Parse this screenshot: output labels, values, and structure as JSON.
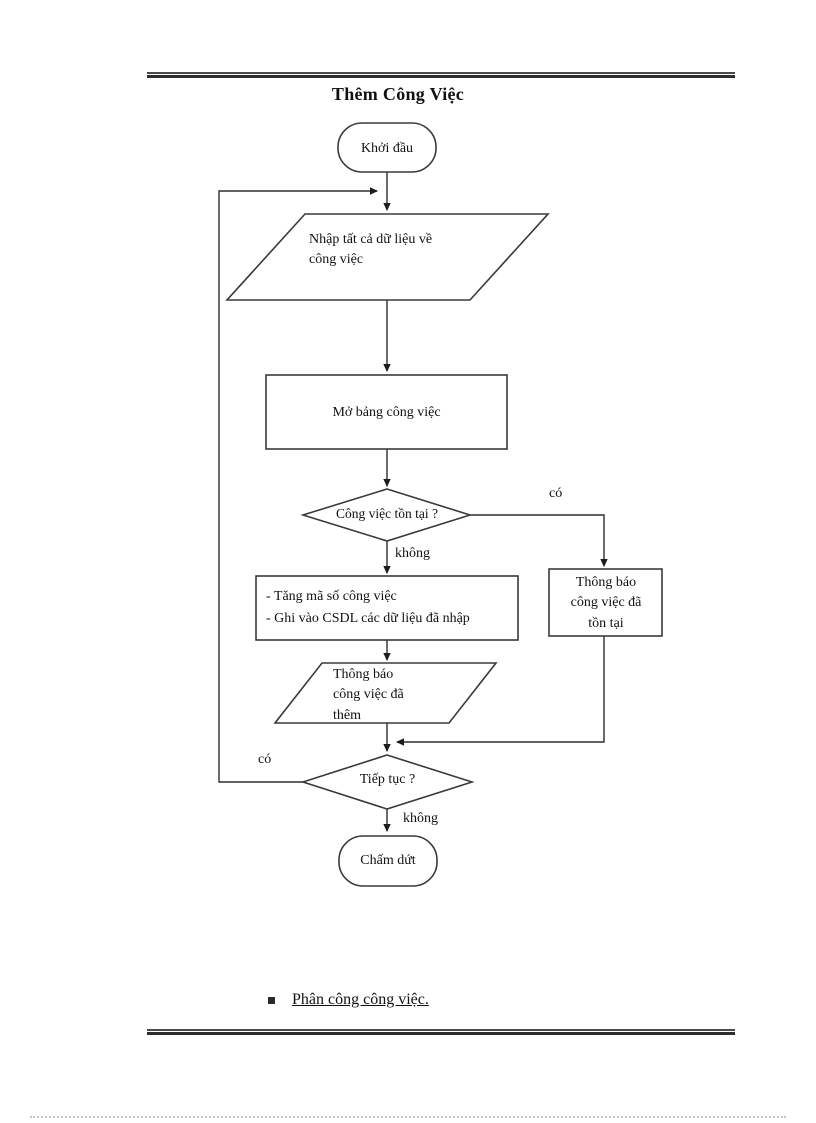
{
  "page": {
    "title": "Thêm Công Việc",
    "footer_bullet_text": "Phân công công việc."
  },
  "flowchart": {
    "start_label": "Khởi đầu",
    "input_data_label": [
      "Nhập tất cả dữ liệu về",
      "công việc"
    ],
    "open_table_label": "Mở bảng công việc",
    "decision_exists": {
      "question": "Công việc tồn tại ?",
      "yes_label": "có",
      "no_label": "không"
    },
    "process_label": [
      "- Tăng mã số công việc",
      "- Ghi vào CSDL các dữ liệu đã nhập"
    ],
    "notify_exists_label": [
      "Thông báo",
      "công việc đã",
      "tồn tại"
    ],
    "notify_added_label": [
      "Thông báo",
      "công việc đã",
      "thêm"
    ],
    "decision_continue": {
      "question": "Tiếp tục ?",
      "yes_label": "có",
      "no_label": "không"
    },
    "end_label": "Chấm dứt",
    "colors": {
      "line": "#2e2e2e",
      "shape_stroke": "#3a3a3a",
      "text": "#111111"
    }
  }
}
